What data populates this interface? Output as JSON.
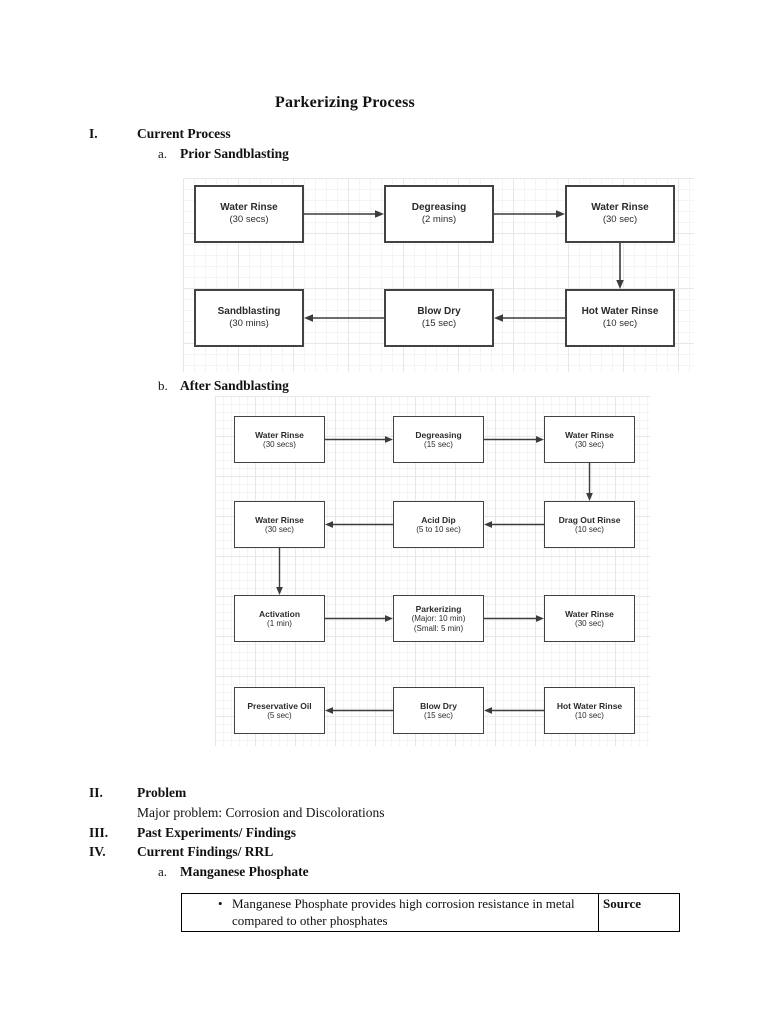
{
  "page": {
    "title": "Parkerizing Process"
  },
  "outline": {
    "item1": {
      "numeral": "I.",
      "label": "Current Process"
    },
    "item1a": {
      "letter": "a.",
      "label": "Prior Sandblasting"
    },
    "item1b": {
      "letter": "b.",
      "label": "After Sandblasting"
    },
    "item2": {
      "numeral": "II.",
      "label": "Problem",
      "body": "Major problem: Corrosion and Discolorations"
    },
    "item3": {
      "numeral": "III.",
      "label": "Past Experiments/ Findings"
    },
    "item4": {
      "numeral": "IV.",
      "label": "Current Findings/ RRL"
    },
    "item4a": {
      "letter": "a.",
      "label": "Manganese Phosphate"
    }
  },
  "flowcharts": [
    {
      "id": "prior-sandblasting",
      "nodes": [
        {
          "title": "Water Rinse",
          "sub": [
            "(30 secs)"
          ]
        },
        {
          "title": "Degreasing",
          "sub": [
            "(2 mins)"
          ]
        },
        {
          "title": "Water Rinse",
          "sub": [
            "(30 sec)"
          ]
        },
        {
          "title": "Sandblasting",
          "sub": [
            "(30 mins)"
          ]
        },
        {
          "title": "Blow Dry",
          "sub": [
            "(15 sec)"
          ]
        },
        {
          "title": "Hot Water Rinse",
          "sub": [
            "(10 sec)"
          ]
        }
      ],
      "edges": [
        [
          0,
          1
        ],
        [
          1,
          2
        ],
        [
          2,
          5
        ],
        [
          5,
          4
        ],
        [
          4,
          3
        ]
      ]
    },
    {
      "id": "after-sandblasting",
      "nodes": [
        {
          "title": "Water Rinse",
          "sub": [
            "(30 secs)"
          ]
        },
        {
          "title": "Degreasing",
          "sub": [
            "(15 sec)"
          ]
        },
        {
          "title": "Water Rinse",
          "sub": [
            "(30 sec)"
          ]
        },
        {
          "title": "Water Rinse",
          "sub": [
            "(30 sec)"
          ]
        },
        {
          "title": "Acid Dip",
          "sub": [
            "(5 to 10 sec)"
          ]
        },
        {
          "title": "Drag Out Rinse",
          "sub": [
            "(10 sec)"
          ]
        },
        {
          "title": "Activation",
          "sub": [
            "(1 min)"
          ]
        },
        {
          "title": "Parkerizing",
          "sub": [
            "(Major: 10 min)",
            "(Small: 5 min)"
          ]
        },
        {
          "title": "Water Rinse",
          "sub": [
            "(30 sec)"
          ]
        },
        {
          "title": "Preservative Oil",
          "sub": [
            "(5 sec)"
          ]
        },
        {
          "title": "Blow Dry",
          "sub": [
            "(15 sec)"
          ]
        },
        {
          "title": "Hot Water Rinse",
          "sub": [
            "(10 sec)"
          ]
        }
      ],
      "edges": [
        [
          0,
          1
        ],
        [
          1,
          2
        ],
        [
          2,
          5
        ],
        [
          5,
          4
        ],
        [
          4,
          3
        ],
        [
          3,
          6
        ],
        [
          6,
          7
        ],
        [
          7,
          8
        ],
        [
          11,
          10
        ],
        [
          10,
          9
        ]
      ]
    }
  ],
  "colors": {
    "arrow": "#3c3c3c",
    "box_border": "#424242",
    "grid_line": "#e7e7e7"
  },
  "table": {
    "rows": [
      {
        "text": "Manganese Phosphate provides high corrosion resistance in metal compared to other phosphates",
        "source_label": "Source"
      }
    ]
  }
}
